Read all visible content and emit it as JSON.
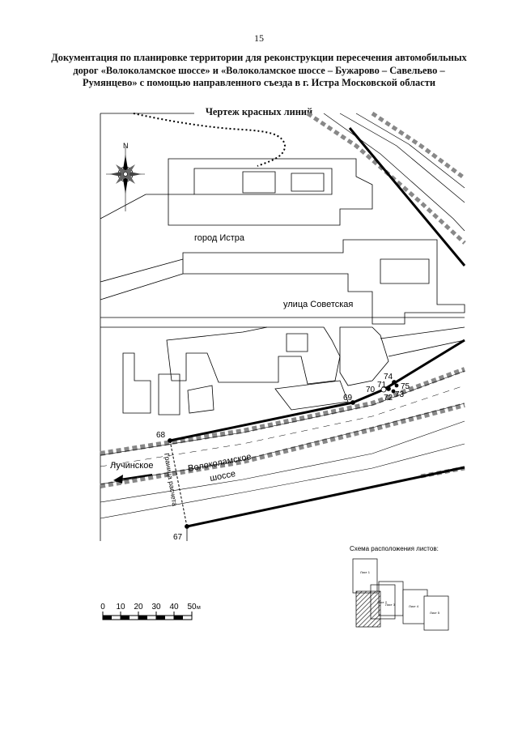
{
  "page_number": "15",
  "document_title": "Документация по планировке территории для реконструкции пересечения автомобильных дорог «Волоколамское шоссе» и «Волоколамское шоссе – Бужарово – Савельево – Румянцево» с помощью направленного съезда в г. Истра Московской области",
  "drawing_title": "Чертеж красных линий",
  "compass_north": "N",
  "labels": {
    "city": "город Истра",
    "street": "улица Советская",
    "road_1": "Волоколамское",
    "road_2": "шоссе",
    "direction": "Лучинское",
    "boundary": "Граница расчета"
  },
  "points": [
    "67",
    "68",
    "69",
    "70",
    "71",
    "72",
    "73",
    "74",
    "75"
  ],
  "scale_bar": {
    "ticks": [
      "0",
      "10",
      "20",
      "30",
      "40",
      "50"
    ],
    "unit": "м"
  },
  "sheet_layout": {
    "title": "Схема расположения листов:",
    "sheets": [
      "Лист 1",
      "Лист 2",
      "Лист 3",
      "Лист 4",
      "Лист 5"
    ]
  }
}
